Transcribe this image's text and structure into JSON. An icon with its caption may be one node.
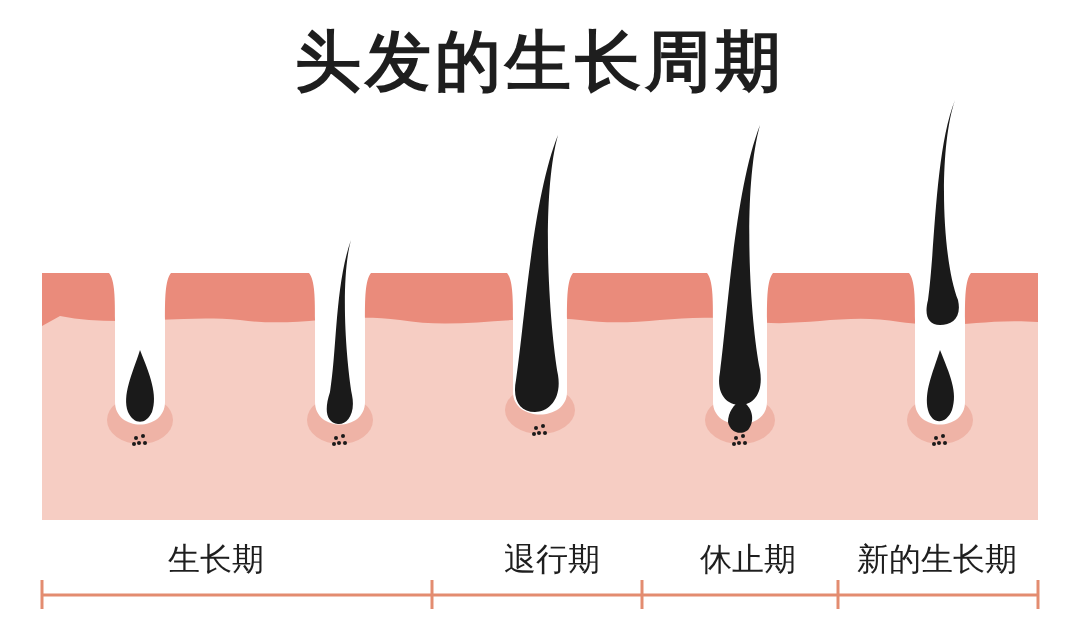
{
  "diagram": {
    "title": "头发的生长周期",
    "labels": [
      "生长期",
      "退行期",
      "休止期",
      "新的生长期"
    ]
  }
}
